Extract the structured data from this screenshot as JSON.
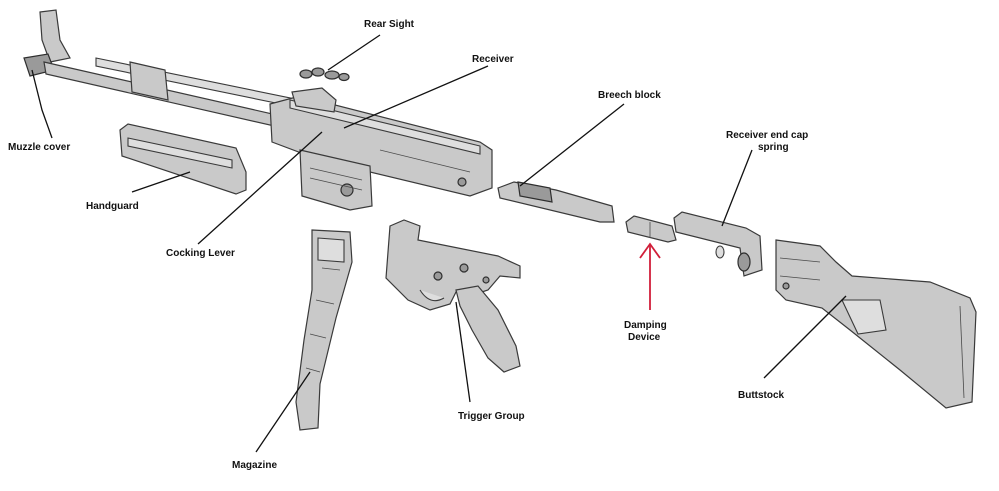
{
  "labels": {
    "rear_sight": "Rear Sight",
    "receiver": "Receiver",
    "muzzle_cover": "Muzzle cover",
    "breech_block": "Breech block",
    "receiver_end_cap_line1": "Receiver end cap",
    "receiver_end_cap_line2": "spring",
    "handguard": "Handguard",
    "cocking_lever": "Cocking Lever",
    "damping_line1": "Damping",
    "damping_line2": "Device",
    "buttstock": "Buttstock",
    "trigger_group": "Trigger Group",
    "magazine": "Magazine"
  },
  "colors": {
    "metal": "#c9c9c9",
    "outline": "#3a3a3a",
    "label": "#111111",
    "highlight_arrow": "#d11f3a"
  }
}
